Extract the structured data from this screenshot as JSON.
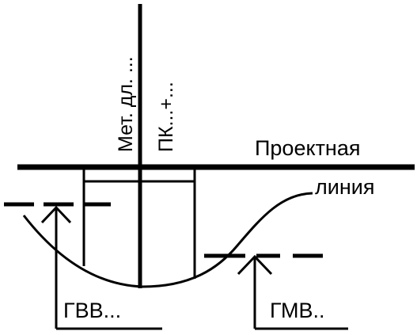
{
  "diagram": {
    "labels": {
      "design_line_top": "Проектная",
      "design_line_bottom": "линия",
      "chainage_mark": "Мет. дл. ...",
      "picket": "ПК...+...",
      "high_water_level": "ГВВ...",
      "low_water_level": "ГМВ.."
    },
    "colors": {
      "ink": "#000000",
      "background": "#ffffff"
    }
  }
}
